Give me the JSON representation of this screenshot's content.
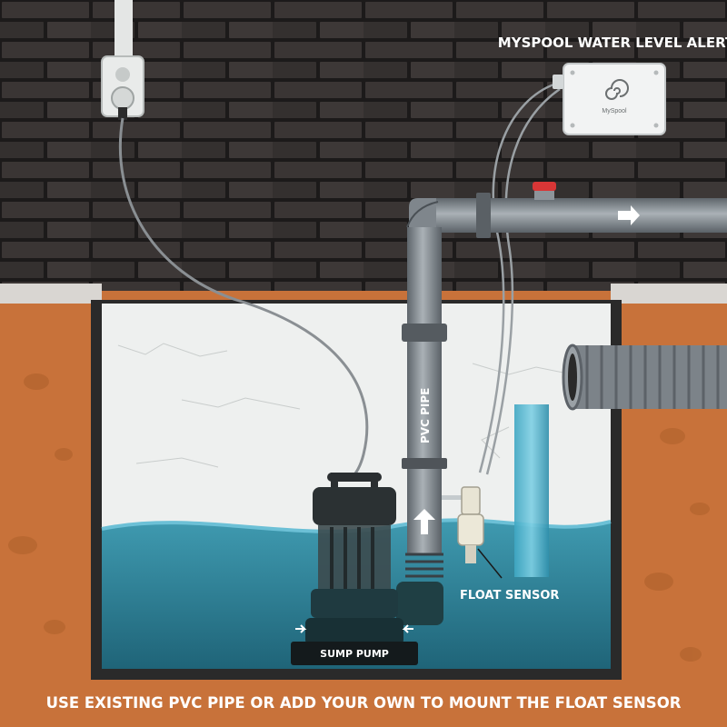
{
  "title": "MYSPOOL WATER LEVEL ALERT",
  "device": {
    "brand": "MySpool",
    "icon": "spiral-logo-icon"
  },
  "labels": {
    "pvc_pipe": "PVC PIPE",
    "float_sensor": "FLOAT SENSOR",
    "sump_pump": "SUMP PUMP"
  },
  "caption": "USE EXISTING PVC PIPE OR ADD YOUR OWN TO MOUNT THE FLOAT SENSOR",
  "colors": {
    "brick_wall": "#2c2928",
    "brick": "#3a3534",
    "mortar": "#1c1a1a",
    "soil": "#c8723a",
    "water": "#2e7f95",
    "pipe": "#8e959b",
    "valve": "#d83636",
    "text": "#ffffff"
  }
}
